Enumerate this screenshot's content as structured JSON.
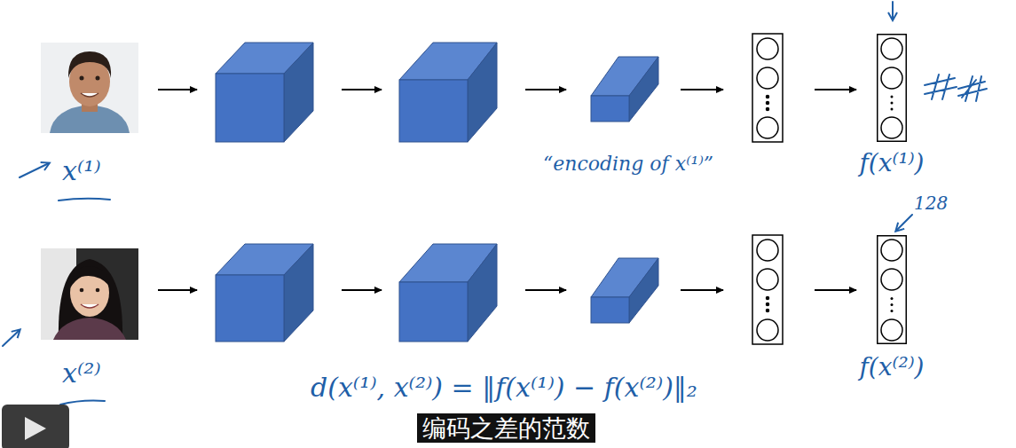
{
  "diagram": {
    "nodes": [
      {
        "text": [
          "f(x⁽¹⁾)"
        ]
      },
      {
        "text": [
          "f(x⁽²⁾)"
        ]
      }
    ],
    "labels": [
      "x⁽¹⁾",
      "“encoding of x⁽¹⁾”",
      "128",
      "x⁽²⁾",
      "d(x⁽¹⁾, x⁽²⁾) = ‖f(x⁽¹⁾) − f(x⁽²⁾)‖₂",
      "编码之差的范数"
    ]
  }
}
